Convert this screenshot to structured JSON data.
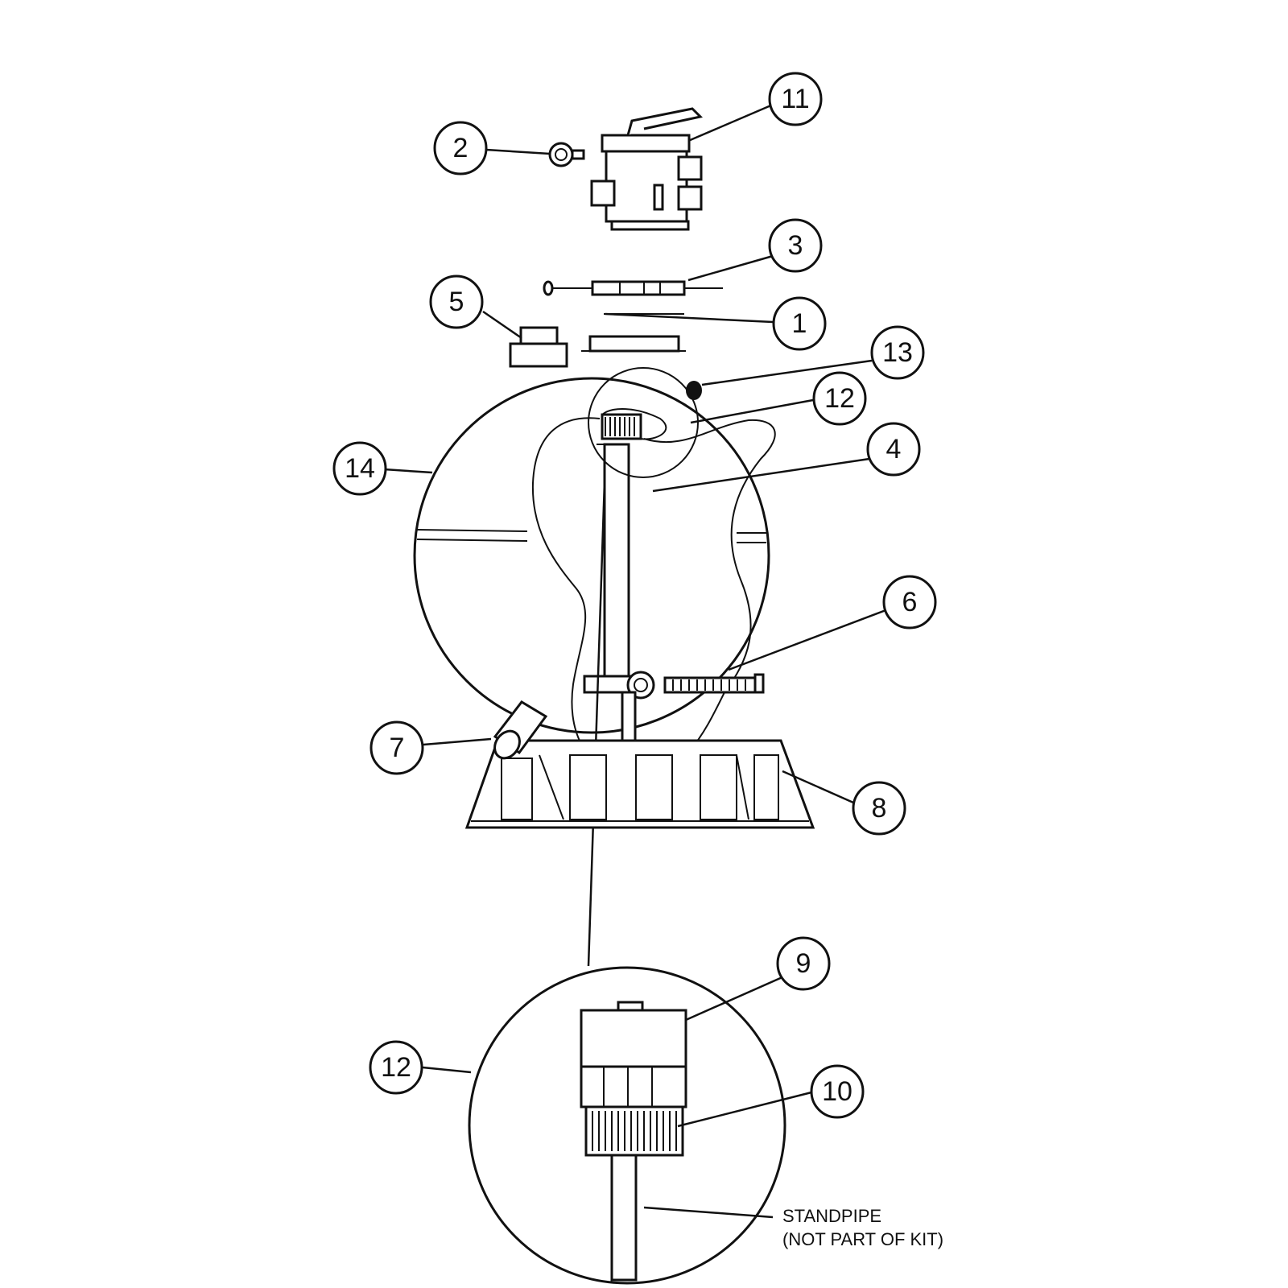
{
  "colors": {
    "line": "#111111",
    "background": "#ffffff"
  },
  "callouts": {
    "c1": "1",
    "c2": "2",
    "c3": "3",
    "c4": "4",
    "c5": "5",
    "c6": "6",
    "c7": "7",
    "c8": "8",
    "c9": "9",
    "c10": "10",
    "c11": "11",
    "c12_upper": "12",
    "c12_lower": "12",
    "c13": "13",
    "c14": "14"
  },
  "note": {
    "line1": "STANDPIPE",
    "line2": "(NOT PART OF KIT)"
  }
}
